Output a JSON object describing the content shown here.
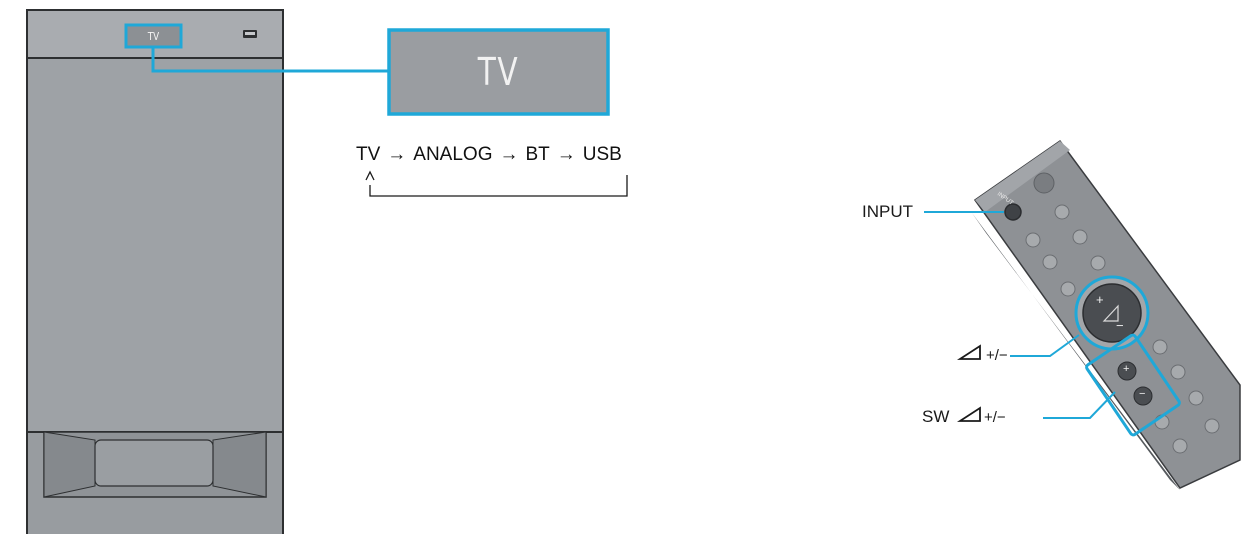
{
  "display": {
    "small_lcd_text": "TV",
    "large_lcd_text": "TV"
  },
  "input_cycle": {
    "items": [
      "TV",
      "ANALOG",
      "BT",
      "USB"
    ],
    "arrow": "→",
    "return_arrow": "↑"
  },
  "callouts": {
    "input_label": "INPUT",
    "volume_label": "+/−",
    "sw_prefix": "SW",
    "sw_label": "+/−"
  },
  "remote": {
    "input_button_text": "INPUT",
    "vol_plus": "+",
    "vol_minus": "−",
    "sw_plus": "+",
    "sw_minus": "−"
  },
  "colors": {
    "highlight": "#1fa8d8",
    "device_body": "#9ea2a6",
    "device_outline": "#2d2f31",
    "remote_body": "#8e9195"
  }
}
